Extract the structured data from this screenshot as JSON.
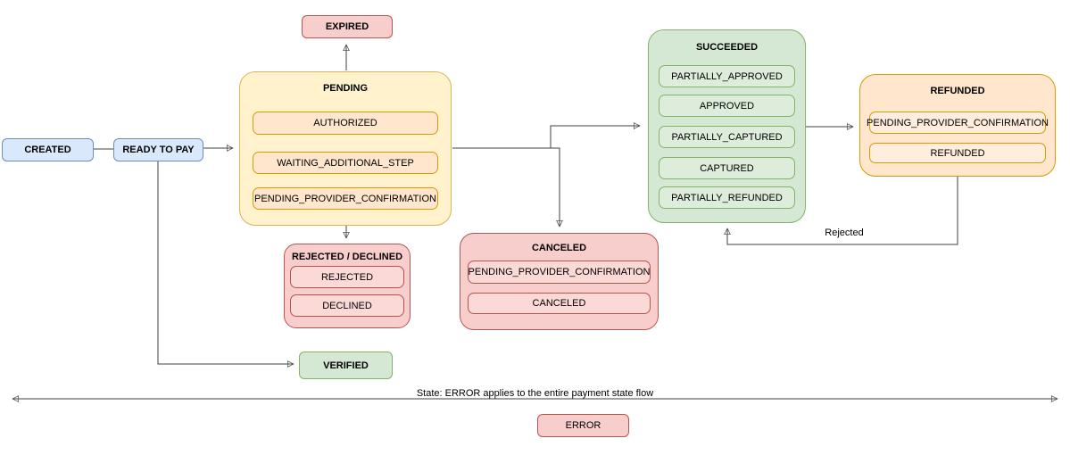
{
  "nodes": {
    "created": {
      "label": "CREATED"
    },
    "ready_to_pay": {
      "label": "READY TO PAY"
    },
    "expired": {
      "label": "EXPIRED"
    },
    "pending": {
      "title": "PENDING",
      "items": [
        "AUTHORIZED",
        "WAITING_ADDITIONAL_STEP",
        "PENDING_PROVIDER_CONFIRMATION"
      ]
    },
    "rejected_declined": {
      "title": "REJECTED / DECLINED",
      "items": [
        "REJECTED",
        "DECLINED"
      ]
    },
    "verified": {
      "label": "VERIFIED"
    },
    "canceled": {
      "title": "CANCELED",
      "items": [
        "PENDING_PROVIDER_CONFIRMATION",
        "CANCELED"
      ]
    },
    "succeeded": {
      "title": "SUCCEEDED",
      "items": [
        "PARTIALLY_APPROVED",
        "APPROVED",
        "PARTIALLY_CAPTURED",
        "CAPTURED",
        "PARTIALLY_REFUNDED"
      ]
    },
    "refunded": {
      "title": "REFUNDED",
      "items": [
        "PENDING_PROVIDER_CONFIRMATION",
        "REFUNDED"
      ]
    },
    "error": {
      "label": "ERROR"
    }
  },
  "edge_labels": {
    "rejected": "Rejected",
    "error_note": "State: ERROR applies to the entire payment state flow"
  },
  "colors": {
    "blue_fill": "#dae8fc",
    "blue_stroke": "#6c8ebf",
    "yellow_fill": "#fff2cc",
    "yellow_stroke": "#d6b656",
    "orange_fill": "#ffe6cc",
    "orange_stroke": "#d79b00",
    "green_fill": "#d5e8d4",
    "green_stroke": "#82b366",
    "red_fill": "#f8cecc",
    "red_stroke": "#b85450",
    "edge_stroke": "#424242"
  }
}
